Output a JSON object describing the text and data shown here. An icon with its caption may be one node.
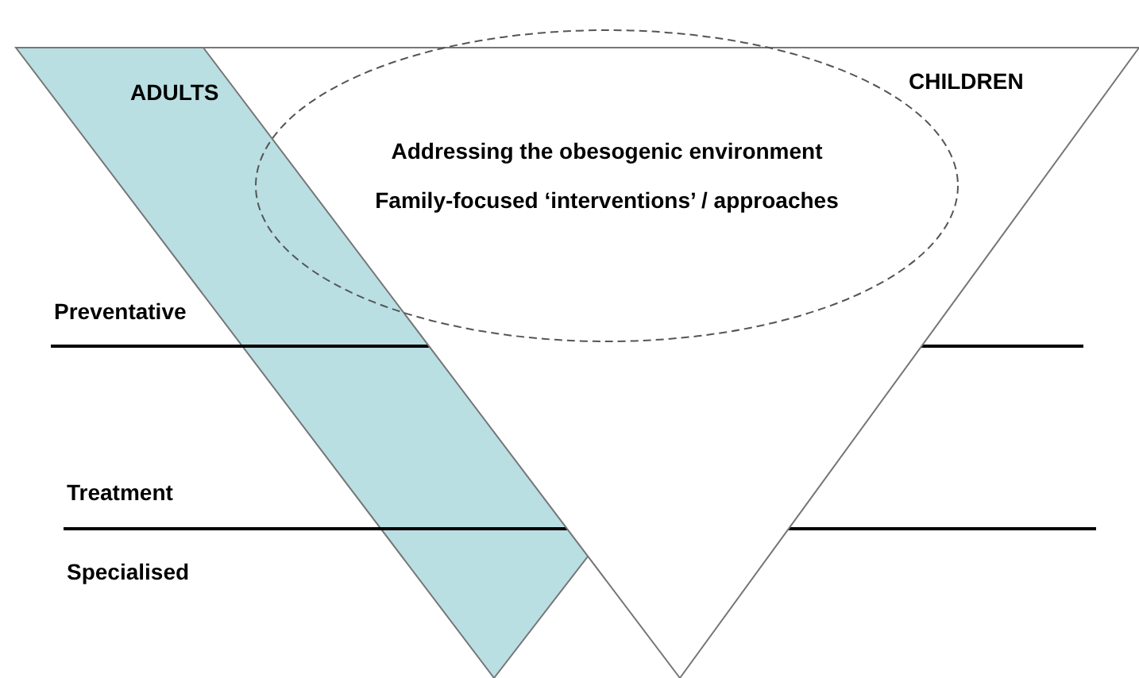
{
  "diagram": {
    "nodes": [
      {
        "text": [
          "ADULTS"
        ]
      },
      {
        "text": [
          "CHILDREN"
        ]
      },
      {
        "text": [
          "Addressing the obesogenic environment",
          "Family-focused ‘interventions’ / approaches"
        ]
      }
    ],
    "labels": [
      "Preventative",
      "Treatment",
      "Specialised"
    ]
  }
}
